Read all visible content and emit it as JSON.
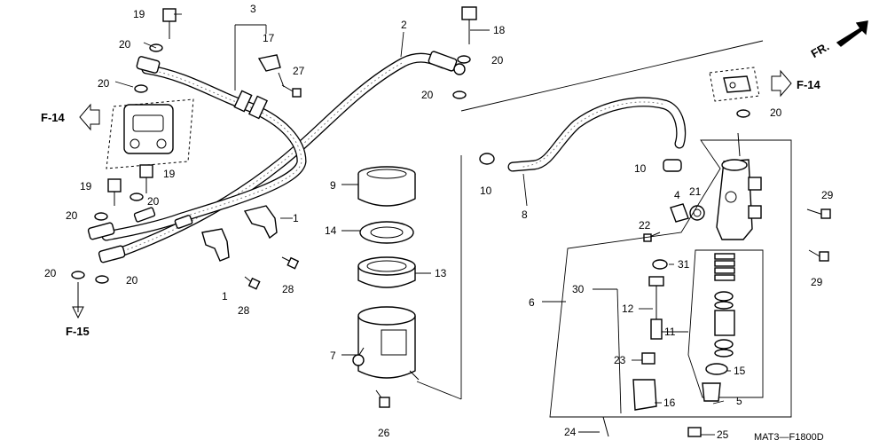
{
  "diagram": {
    "code": "MAT3—F1800D",
    "direction": "FR.",
    "refs": {
      "f14_left": "F-14",
      "f14_right": "F-14",
      "f15": "F-15"
    },
    "callouts": [
      {
        "id": "c1a",
        "text": "1"
      },
      {
        "id": "c1b",
        "text": "1"
      },
      {
        "id": "c2",
        "text": "2"
      },
      {
        "id": "c3",
        "text": "3"
      },
      {
        "id": "c4",
        "text": "4"
      },
      {
        "id": "c5",
        "text": "5"
      },
      {
        "id": "c6",
        "text": "6"
      },
      {
        "id": "c7",
        "text": "7"
      },
      {
        "id": "c8",
        "text": "8"
      },
      {
        "id": "c9",
        "text": "9"
      },
      {
        "id": "c10a",
        "text": "10"
      },
      {
        "id": "c10b",
        "text": "10"
      },
      {
        "id": "c11",
        "text": "11"
      },
      {
        "id": "c12",
        "text": "12"
      },
      {
        "id": "c13",
        "text": "13"
      },
      {
        "id": "c14",
        "text": "14"
      },
      {
        "id": "c15",
        "text": "15"
      },
      {
        "id": "c16",
        "text": "16"
      },
      {
        "id": "c17",
        "text": "17"
      },
      {
        "id": "c18",
        "text": "18"
      },
      {
        "id": "c19a",
        "text": "19"
      },
      {
        "id": "c19b",
        "text": "19"
      },
      {
        "id": "c19c",
        "text": "19"
      },
      {
        "id": "c20a",
        "text": "20"
      },
      {
        "id": "c20b",
        "text": "20"
      },
      {
        "id": "c20c",
        "text": "20"
      },
      {
        "id": "c20d",
        "text": "20"
      },
      {
        "id": "c20e",
        "text": "20"
      },
      {
        "id": "c20f",
        "text": "20"
      },
      {
        "id": "c20g",
        "text": "20"
      },
      {
        "id": "c20h",
        "text": "20"
      },
      {
        "id": "c20i",
        "text": "20"
      },
      {
        "id": "c21",
        "text": "21"
      },
      {
        "id": "c22",
        "text": "22"
      },
      {
        "id": "c23",
        "text": "23"
      },
      {
        "id": "c24",
        "text": "24"
      },
      {
        "id": "c25",
        "text": "25"
      },
      {
        "id": "c26",
        "text": "26"
      },
      {
        "id": "c27",
        "text": "27"
      },
      {
        "id": "c28a",
        "text": "28"
      },
      {
        "id": "c28b",
        "text": "28"
      },
      {
        "id": "c29a",
        "text": "29"
      },
      {
        "id": "c29b",
        "text": "29"
      },
      {
        "id": "c30",
        "text": "30"
      },
      {
        "id": "c31",
        "text": "31"
      }
    ]
  }
}
